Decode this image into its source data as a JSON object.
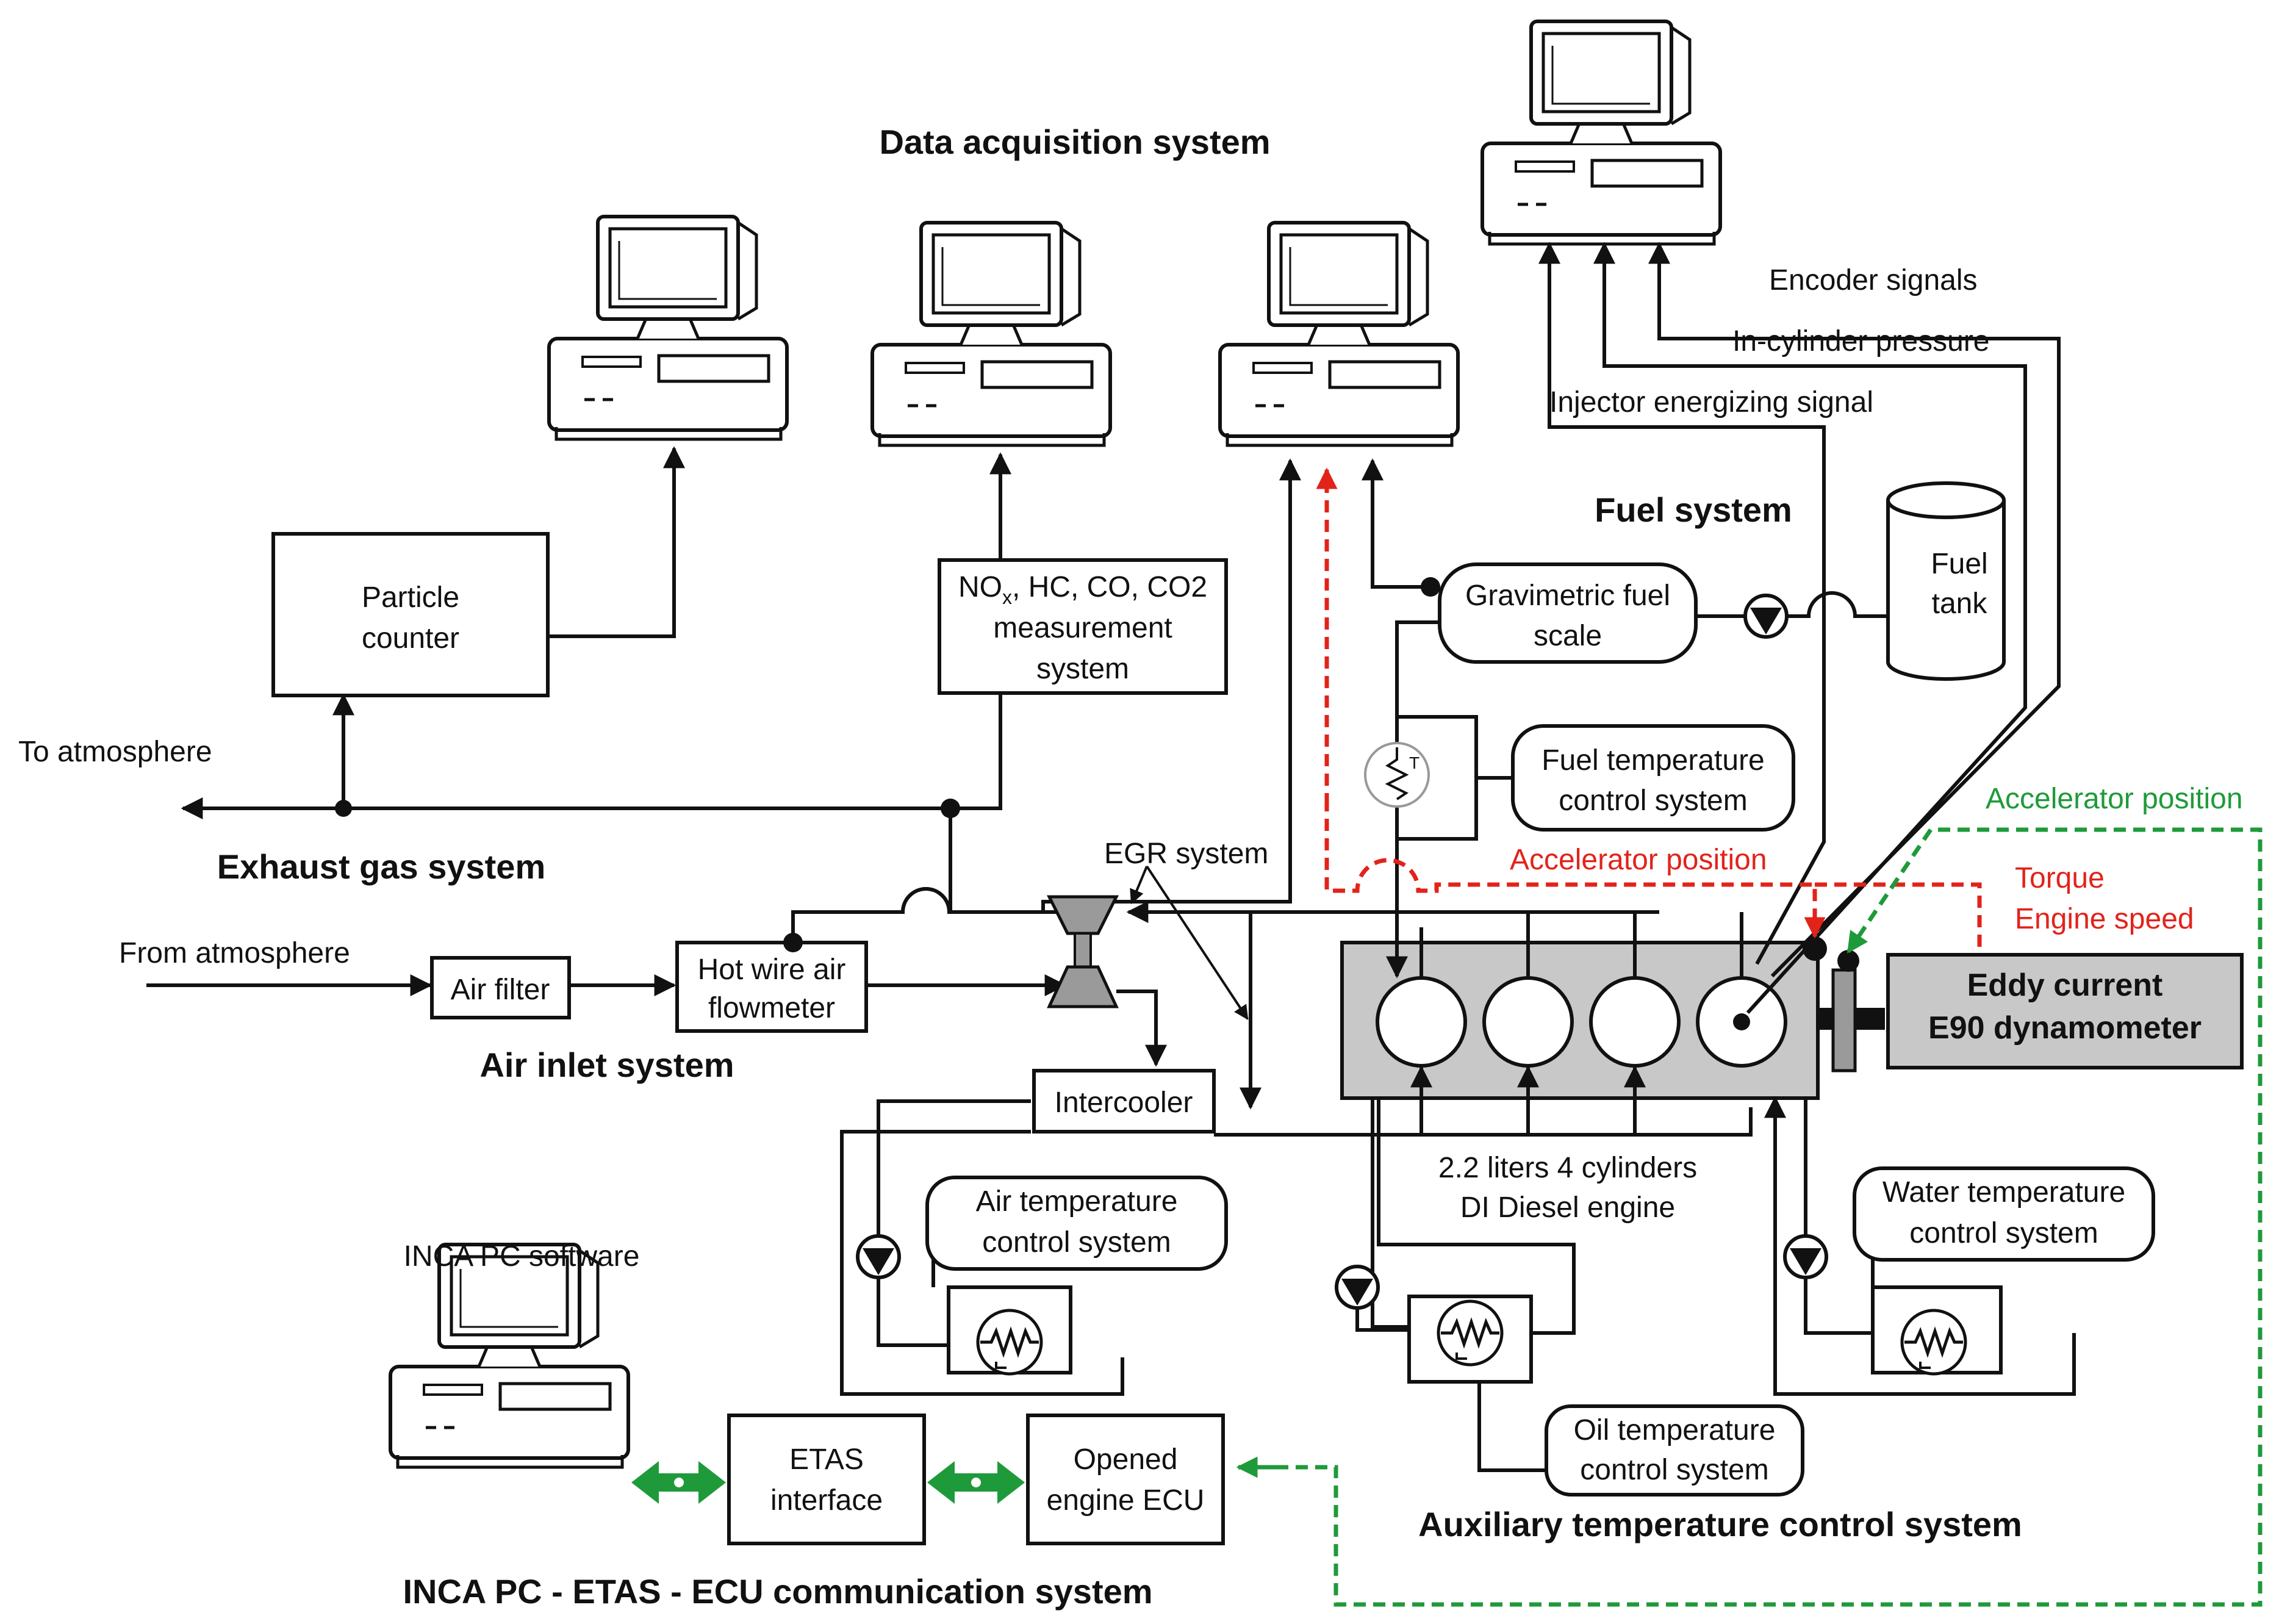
{
  "labels": {
    "data_acq": "Data acquisition system",
    "fuel_system": "Fuel system",
    "exhaust": "Exhaust gas system",
    "air_inlet": "Air inlet system",
    "aux_temp": "Auxiliary  temperature control system",
    "inca_comm": "INCA PC - ETAS - ECU communication system",
    "to_atm": "To atmosphere",
    "from_atm": "From atmosphere",
    "egr": "EGR system",
    "encoder": "Encoder signals",
    "incyl": "In-cylinder pressure",
    "injector": "Injector energizing signal",
    "accel_red": "Accelerator position",
    "accel_green": "Accelerator position",
    "torque": "Torque",
    "engine_speed": "Engine speed",
    "engine_l1": "2.2 liters 4 cylinders",
    "engine_l2": "DI Diesel engine",
    "inca_software": "INCA PC software"
  },
  "boxes": {
    "particle_l1": "Particle",
    "particle_l2": "counter",
    "nox_l1_a": "NO",
    "nox_l1_sub": "x",
    "nox_l1_b": ", HC, CO, CO",
    "nox_l1_sub2": "2",
    "nox_l2": "measurement",
    "nox_l3": "system",
    "grav_l1": "Gravimetric fuel",
    "grav_l2": "scale",
    "fueltank_l1": "Fuel",
    "fueltank_l2": "tank",
    "fueltemp_l1": "Fuel temperature",
    "fueltemp_l2": "control system",
    "airfilter": "Air filter",
    "hotwire_l1": "Hot wire air",
    "hotwire_l2": "flowmeter",
    "intercooler": "Intercooler",
    "airtemp_l1": "Air temperature",
    "airtemp_l2": "control system",
    "watertemp_l1": "Water temperature",
    "watertemp_l2": "control system",
    "oiltemp_l1": "Oil temperature",
    "oiltemp_l2": "control system",
    "etas_l1": "ETAS",
    "etas_l2": "interface",
    "ecu_l1": "Opened",
    "ecu_l2": "engine ECU",
    "dyno_l1": "Eddy current",
    "dyno_l2": "E90 dynamometer"
  },
  "colors": {
    "accent_red": "#e2231a",
    "accent_green": "#1f9a3a",
    "engine_fill": "#c8c8c8"
  }
}
